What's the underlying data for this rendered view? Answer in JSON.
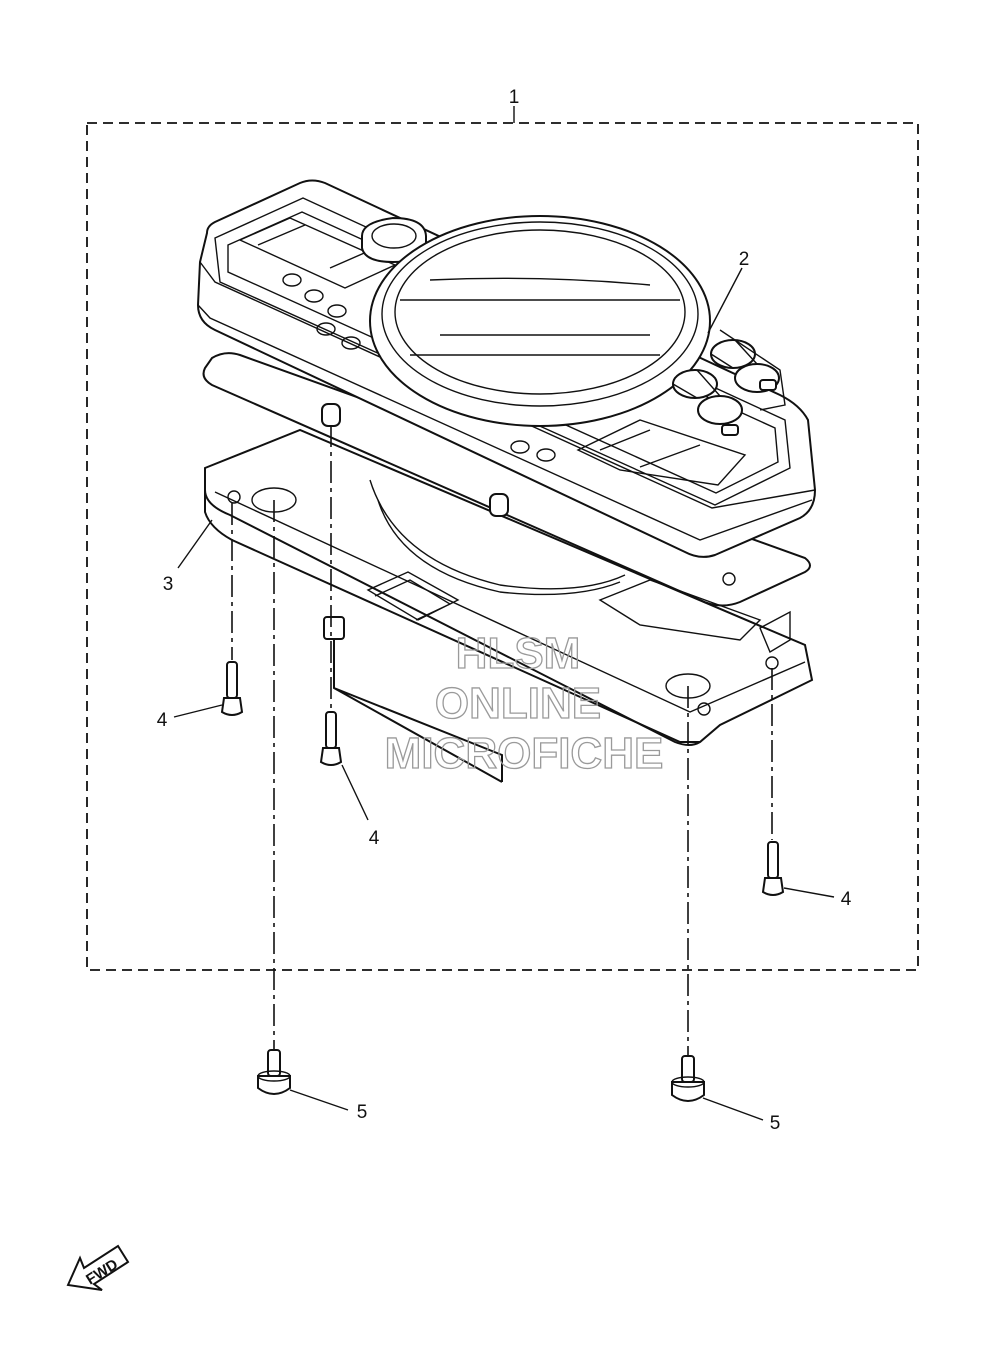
{
  "callouts": {
    "c1": "1",
    "c2": "2",
    "c3": "3",
    "c4a": "4",
    "c4b": "4",
    "c4c": "4",
    "c5a": "5",
    "c5b": "5"
  },
  "watermark": {
    "line1": "HLSM",
    "line2": "ONLINE",
    "line3": "MICROFICHE"
  },
  "fwd_label": "FWD"
}
